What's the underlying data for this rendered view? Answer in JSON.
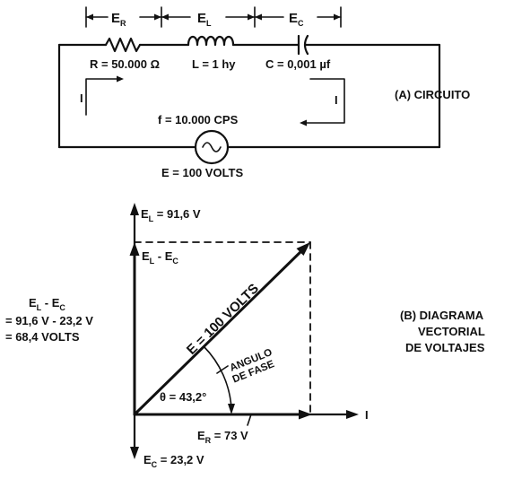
{
  "circuit": {
    "er_label": "E",
    "er_sub": "R",
    "el_label": "E",
    "el_sub": "L",
    "ec_label": "E",
    "ec_sub": "C",
    "r_value": "R = 50.000 Ω",
    "l_value": "L = 1 hy",
    "c_value": "C = 0,001 µf",
    "current_left": "I",
    "current_right": "I",
    "frequency": "f = 10.000 CPS",
    "source_voltage": "E = 100 VOLTS",
    "caption": "(A)  CIRCUITO"
  },
  "diagram": {
    "el_axis_main": "E",
    "el_axis_sub": "L",
    "el_axis_value": " = 91,6 V",
    "diff_main_a": "E",
    "diff_sub_a": "L",
    "diff_mid": " - E",
    "diff_sub_b": "C",
    "side_line1_a": "E",
    "side_line1_sub_a": "L",
    "side_line1_mid": " - E",
    "side_line1_sub_b": "C",
    "side_line2": "= 91,6 V - 23,2 V",
    "side_line3": "= 68,4 VOLTS",
    "resultant": "E = 100 VOLTS",
    "angle_line1": "ANGULO",
    "angle_line2": "DE FASE",
    "theta": "θ = 43,2°",
    "i_axis": "I",
    "er_main": "E",
    "er_sub": "R",
    "er_value": " = 73 V",
    "ec_main": "E",
    "ec_sub": "C",
    "ec_value": " = 23,2 V",
    "caption_line1": "(B)  DIAGRAMA",
    "caption_line2": "VECTORIAL",
    "caption_line3": "DE VOLTAJES"
  }
}
